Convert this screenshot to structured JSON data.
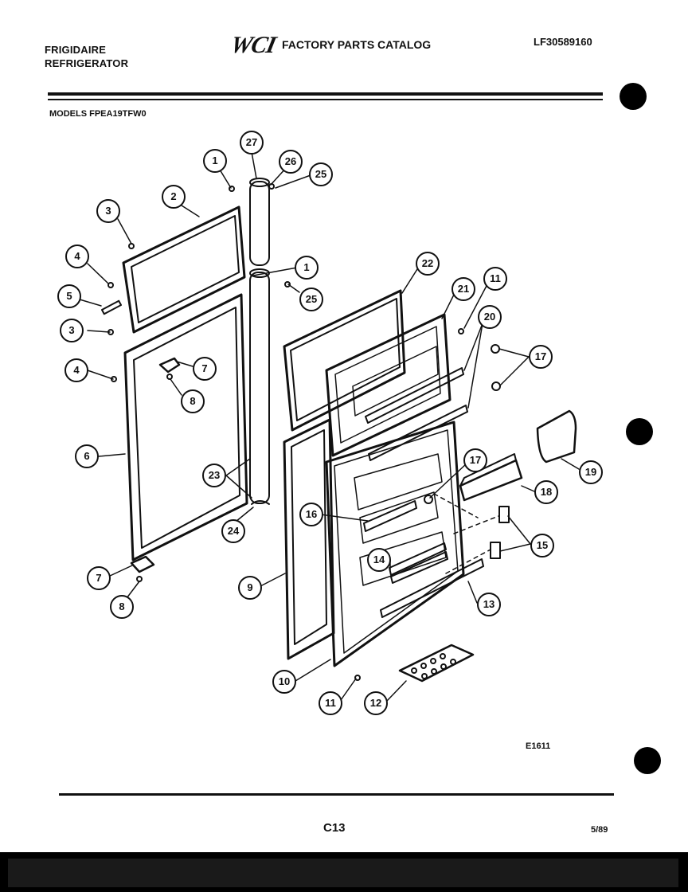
{
  "header": {
    "brand_line1": "FRIGIDAIRE",
    "brand_line2": "REFRIGERATOR",
    "logo": "WCI",
    "catalog_title": "FACTORY PARTS CATALOG",
    "doc_number": "LF30589160"
  },
  "models_label": "MODELS FPEA19TFW0",
  "figure_id": "E1611",
  "page_number": "C13",
  "date": "5/89",
  "callouts": [
    "27",
    "1",
    "26",
    "25",
    "3",
    "2",
    "4",
    "1",
    "5",
    "25",
    "22",
    "3",
    "21",
    "11",
    "20",
    "4",
    "7",
    "17",
    "8",
    "6",
    "19",
    "17",
    "23",
    "18",
    "24",
    "16",
    "15",
    "14",
    "7",
    "9",
    "13",
    "8",
    "10",
    "11",
    "12"
  ]
}
